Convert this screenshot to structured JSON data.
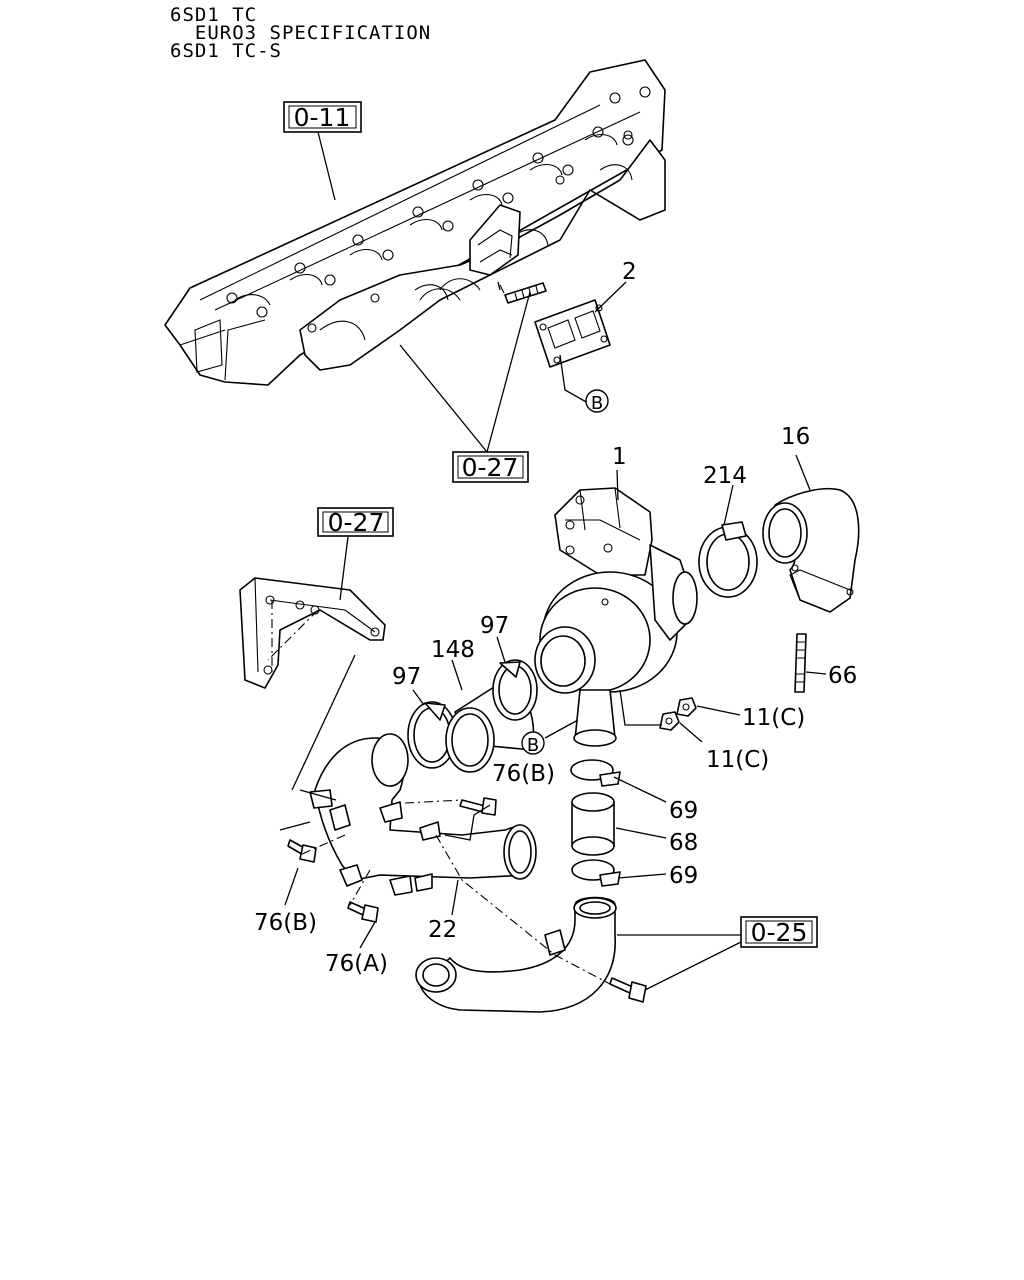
{
  "header": {
    "line1": "6SD1 TC",
    "line2": "  EURO3 SPECIFICATION",
    "line3": "6SD1 TC-S"
  },
  "references": {
    "cylinder_head": "0-11",
    "exhaust_manifold": "0-27",
    "bracket": "0-27",
    "intake_pipe": "0-25"
  },
  "callouts": {
    "p2": "2",
    "pB_gasket": "B",
    "p1": "1",
    "p214": "214",
    "p16": "16",
    "p97_top": "97",
    "p148": "148",
    "p97_left": "97",
    "p66": "66",
    "p11c_a": "11(C)",
    "p11c_b": "11(C)",
    "pB_outlet": "B",
    "p76b_top": "76(B)",
    "p69_top": "69",
    "p68": "68",
    "p69_bottom": "69",
    "p76b_left": "76(B)",
    "p22": "22",
    "p76a": "76(A)"
  }
}
